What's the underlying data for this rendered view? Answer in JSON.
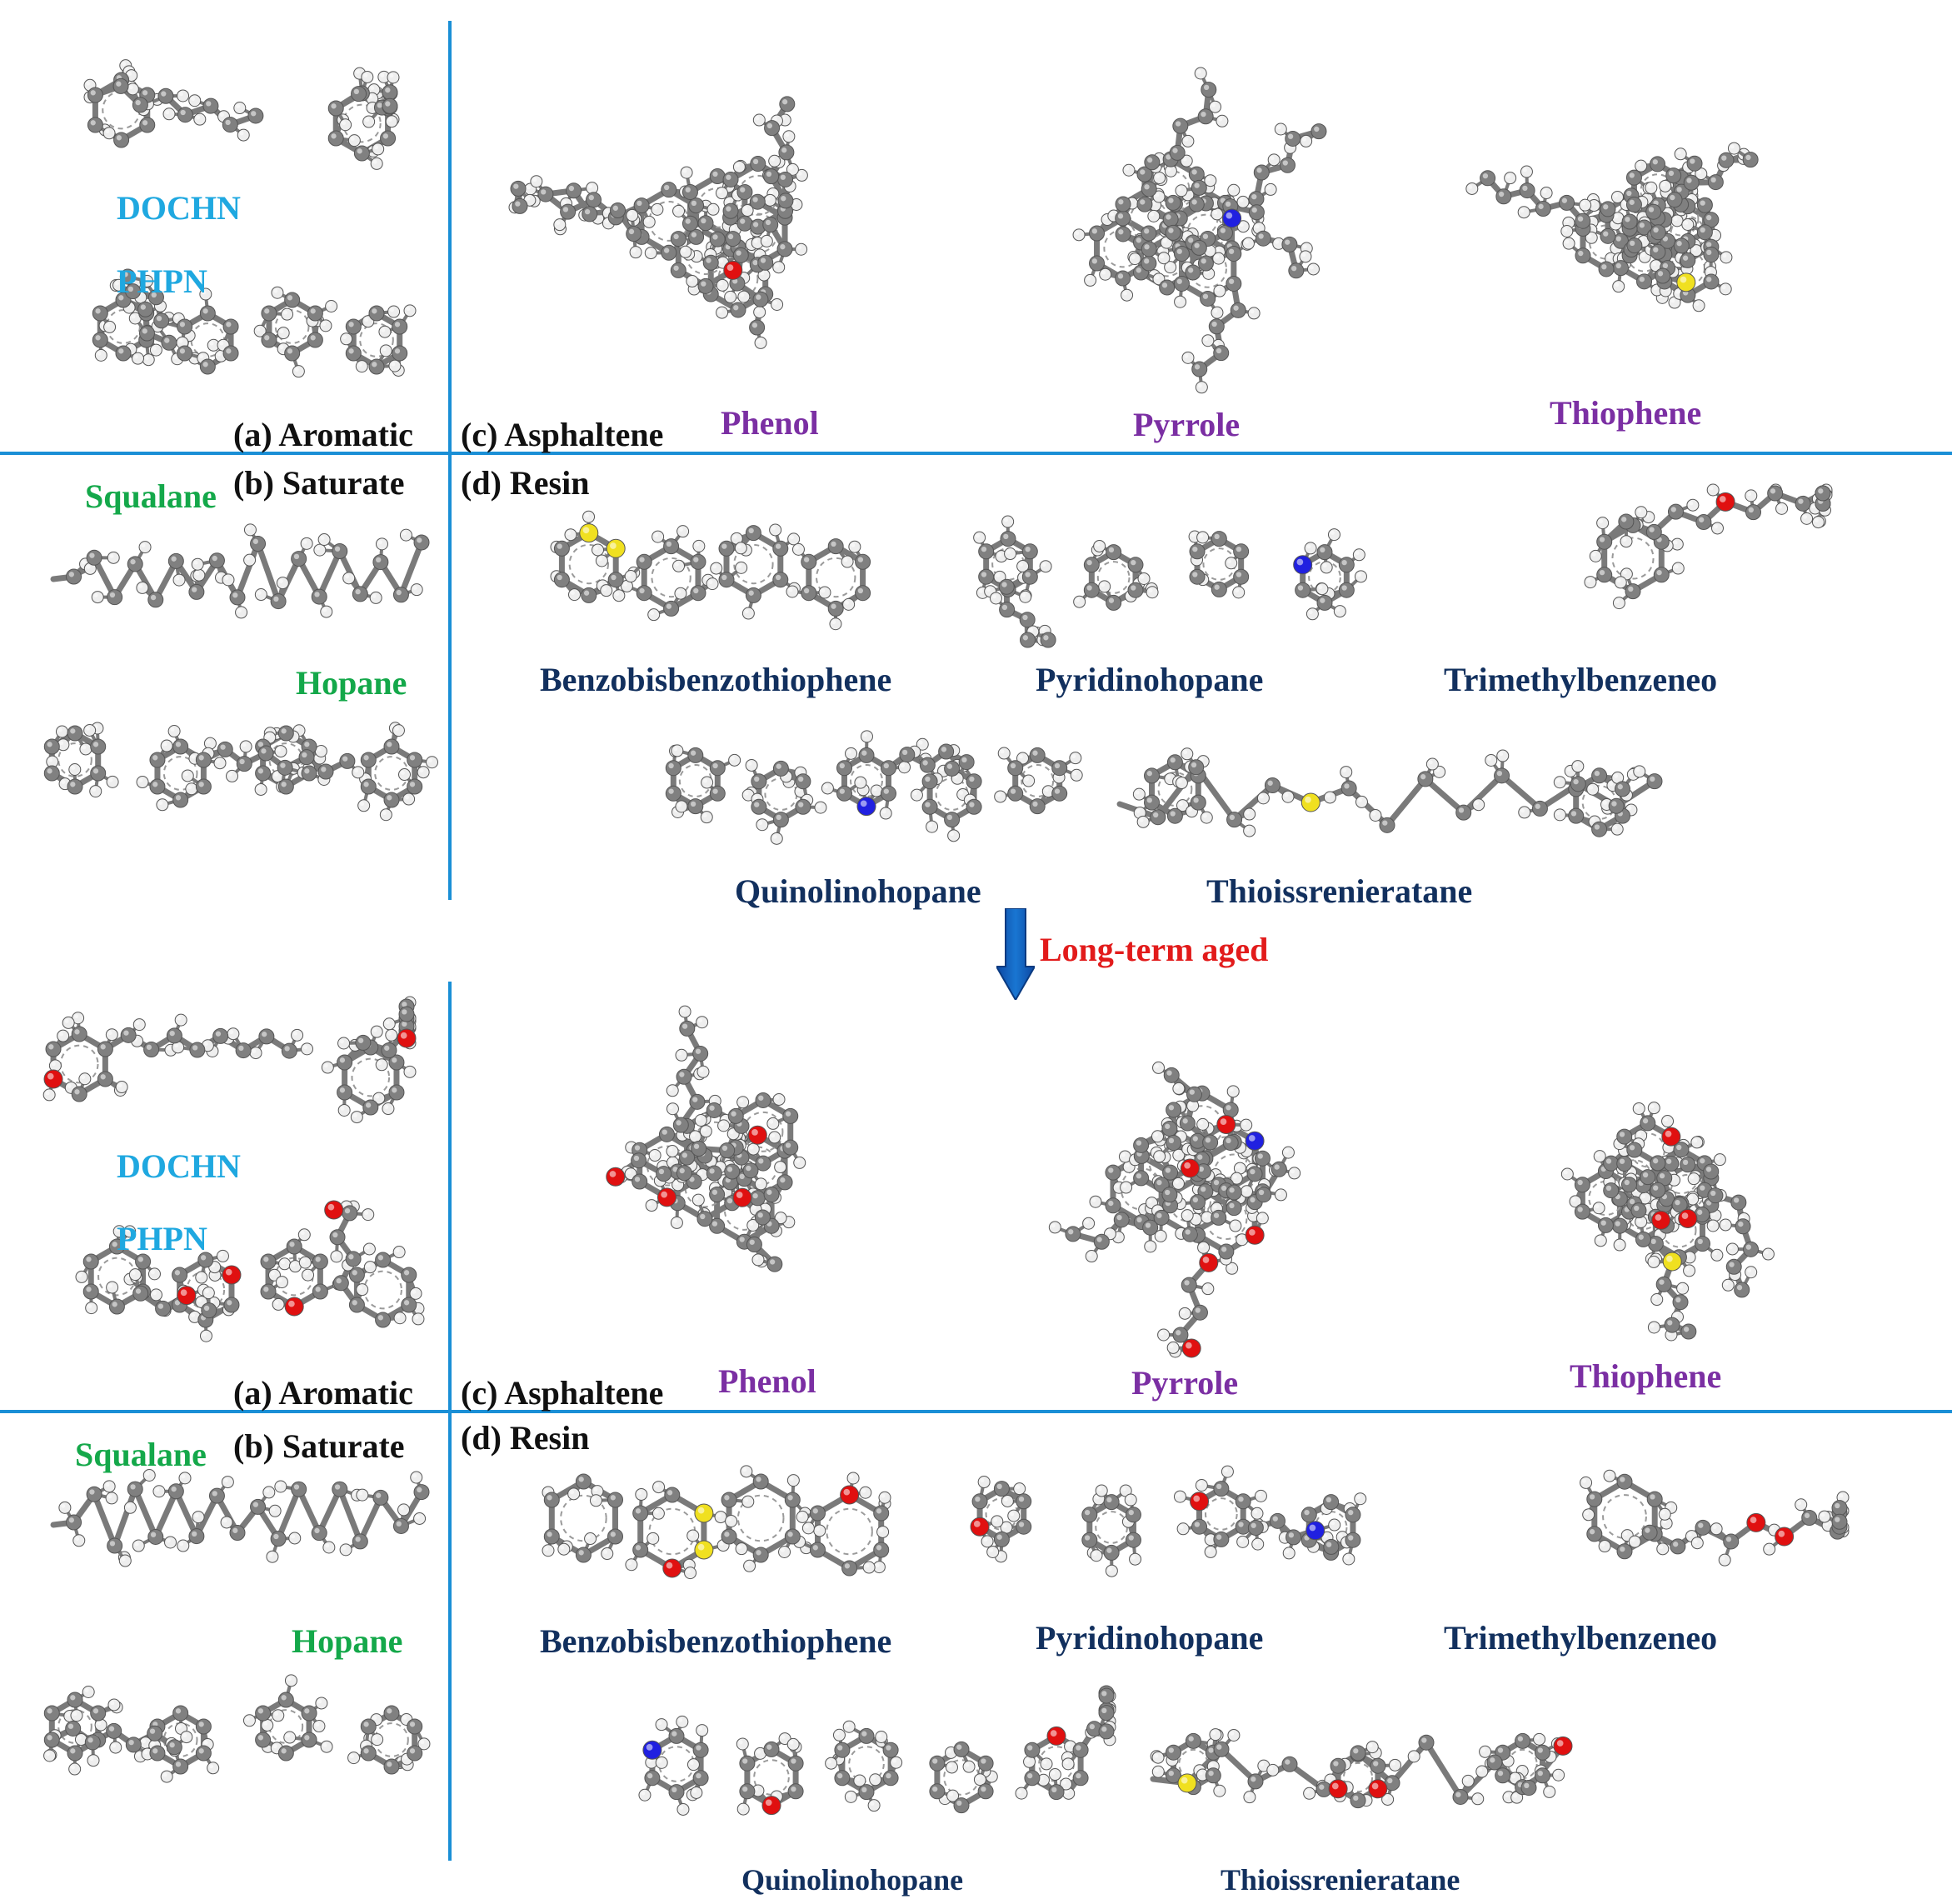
{
  "colors": {
    "divider": "#1a8fd6",
    "aromatic_name": "#1fa8e0",
    "saturate_name": "#14a84a",
    "asphaltene_name": "#7b2fa3",
    "resin_name": "#12305e",
    "aged_label": "#e21b1b",
    "arrow": "#1565c0",
    "carbon": "#808080",
    "hydrogen": "#eeeeee",
    "oxygen": "#e01010",
    "nitrogen": "#2020e0",
    "sulfur": "#f0e020"
  },
  "top": {
    "panel_a": "(a) Aromatic",
    "panel_b": "(b) Saturate",
    "panel_c": "(c) Asphaltene",
    "panel_d": "(d) Resin",
    "aromatic": [
      "DOCHN",
      "PHPN"
    ],
    "saturate": [
      "Squalane",
      "Hopane"
    ],
    "asphaltene": [
      "Phenol",
      "Pyrrole",
      "Thiophene"
    ],
    "resin": [
      "Benzobisbenzothiophene",
      "Pyridinohopane",
      "Trimethylbenzeneo",
      "Quinolinohopane",
      "Thioissrenieratane"
    ]
  },
  "transition": {
    "label": "Long-term aged",
    "arrow_icon": "down-arrow-icon"
  },
  "bottom": {
    "panel_a": "(a) Aromatic",
    "panel_b": "(b) Saturate",
    "panel_c": "(c) Asphaltene",
    "panel_d": "(d) Resin",
    "aromatic": [
      "DOCHN",
      "PHPN"
    ],
    "saturate": [
      "Squalane",
      "Hopane"
    ],
    "asphaltene": [
      "Phenol",
      "Pyrrole",
      "Thiophene"
    ],
    "resin": [
      "Benzobisbenzothiophene",
      "Pyridinohopane",
      "Trimethylbenzeneo",
      "Quinolinohopane",
      "Thioissrenieratane"
    ]
  }
}
